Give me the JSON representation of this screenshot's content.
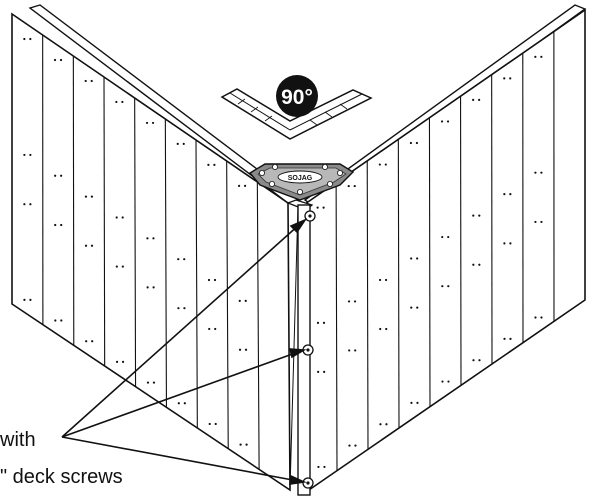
{
  "angle_badge": {
    "text": "90°"
  },
  "bracket_logo": {
    "text": "SOJAG"
  },
  "callout": {
    "line1": "with",
    "line2": "\" deck screws"
  }
}
